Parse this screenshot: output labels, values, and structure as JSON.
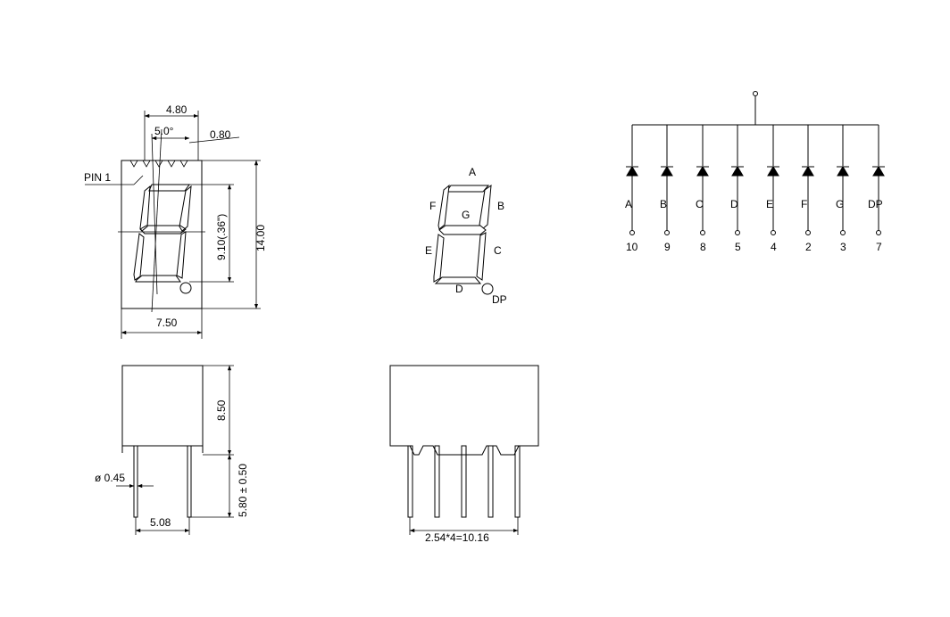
{
  "colors": {
    "ink": "#000000",
    "background": "#ffffff"
  },
  "front_view": {
    "dim_top": "4.80",
    "angle": "5.0°",
    "dim_offset": "0.80",
    "pin_label": "PIN 1",
    "dim_digit_height": "9.10(.36\")",
    "dim_height": "14.00",
    "dim_width": "7.50"
  },
  "segment_diagram": {
    "labels": [
      "A",
      "B",
      "C",
      "D",
      "E",
      "F",
      "G",
      "DP"
    ]
  },
  "side_view": {
    "dim_body_height": "8.50",
    "dim_pin_length": "5.80 ± 0.50",
    "dim_pin_diameter": "ø 0.45",
    "dim_pin_spacing": "5.08"
  },
  "bottom_view": {
    "dim_pitch": "2.54*4=10.16"
  },
  "schematic": {
    "segments": [
      "A",
      "B",
      "C",
      "D",
      "E",
      "F",
      "G",
      "DP"
    ],
    "pins": [
      "10",
      "9",
      "8",
      "5",
      "4",
      "2",
      "3",
      "7"
    ]
  }
}
